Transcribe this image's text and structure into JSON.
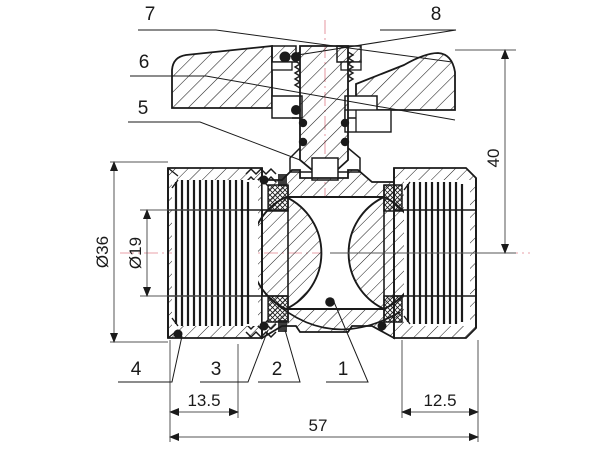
{
  "drawing": {
    "title": "Ball Valve Sectional Assembly Drawing",
    "type": "technical-section-drawing",
    "background_color": "#ffffff",
    "line_color": "#1a1a1a",
    "centerline_color": "#e8a0a8",
    "dimension_color": "#555555"
  },
  "callouts": [
    {
      "id": "callout-1",
      "label": "1"
    },
    {
      "id": "callout-2",
      "label": "2"
    },
    {
      "id": "callout-3",
      "label": "3"
    },
    {
      "id": "callout-4",
      "label": "4"
    },
    {
      "id": "callout-5",
      "label": "5"
    },
    {
      "id": "callout-6",
      "label": "6"
    },
    {
      "id": "callout-7",
      "label": "7"
    },
    {
      "id": "callout-8",
      "label": "8"
    }
  ],
  "dimensions": {
    "outer_diameter": "Ø36",
    "bore_diameter": "Ø19",
    "left_thread_length": "13.5",
    "right_thread_length": "12.5",
    "overall_length": "57",
    "overall_height": "40"
  }
}
